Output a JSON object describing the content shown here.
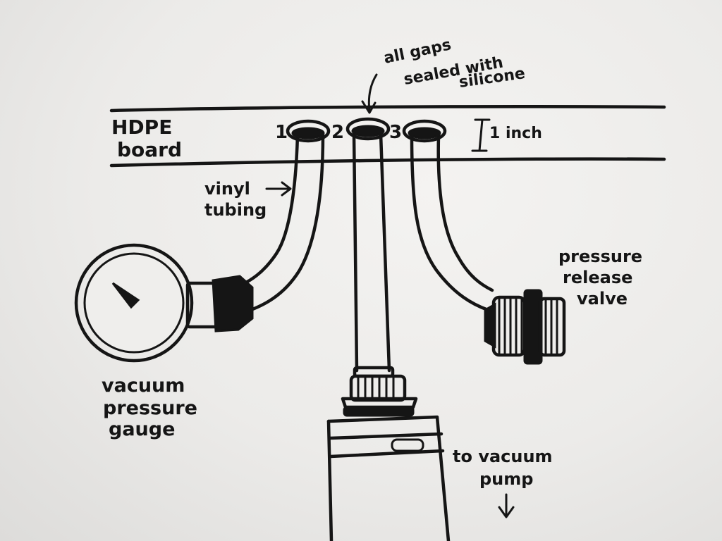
{
  "labels": {
    "board_line1": "HDPE",
    "board_line2": "board",
    "port1": "1",
    "port2": "2",
    "port3": "3",
    "thickness": "1 inch",
    "sealed_line1": "all gaps",
    "sealed_line2": "sealed with",
    "sealed_line3": "silicone",
    "vinyl_line1": "vinyl",
    "vinyl_line2": "tubing",
    "gauge_line1": "vacuum",
    "gauge_line2": "pressure",
    "gauge_line3": "gauge",
    "valve_line1": "pressure",
    "valve_line2": "release",
    "valve_line3": "valve",
    "pump_line1": "to vacuum",
    "pump_line2": "pump"
  }
}
